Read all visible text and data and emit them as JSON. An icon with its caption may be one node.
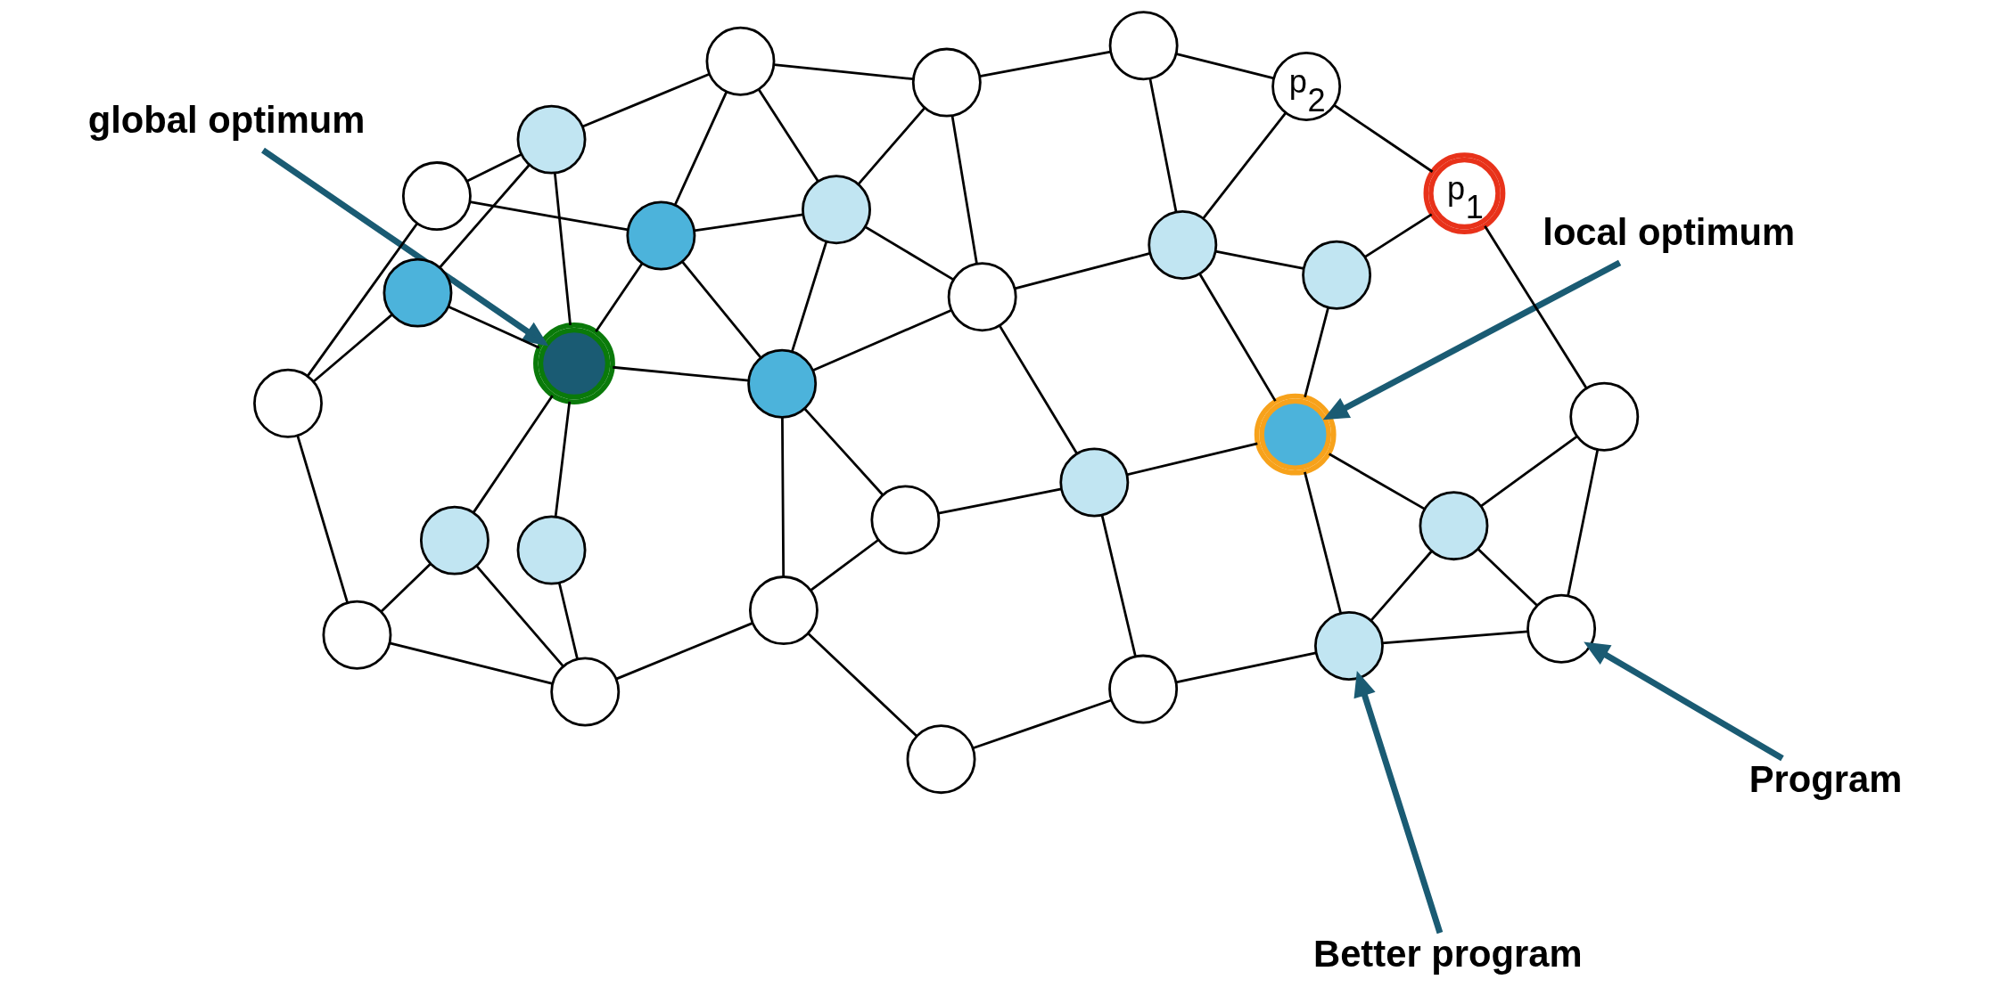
{
  "diagram": {
    "nodes": [
      {
        "text": [
          "global optimum"
        ]
      },
      {
        "text": [
          "Better program"
        ]
      },
      {
        "text": [
          "Program"
        ]
      },
      {
        "text": [
          "local optimum"
        ]
      },
      {
        "text": [],
        "shape": "circle"
      },
      {
        "text": [],
        "shape": "circle"
      },
      {
        "text": [],
        "shape": "circle"
      },
      {
        "text": [],
        "shape": "circle"
      },
      {
        "text": [],
        "shape": "circle"
      },
      {
        "text": [],
        "shape": "circle"
      },
      {
        "text": [],
        "shape": "circle"
      },
      {
        "text": [],
        "shape": "circle"
      },
      {
        "text": [],
        "shape": "circle"
      },
      {
        "text": [],
        "shape": "circle"
      },
      {
        "text": [],
        "shape": "circle"
      },
      {
        "text": [],
        "shape": "circle"
      },
      {
        "text": [],
        "shape": "circle"
      },
      {
        "text": [],
        "shape": "circle"
      },
      {
        "text": [],
        "shape": "circle"
      },
      {
        "text": [],
        "shape": "circle"
      },
      {
        "text": [],
        "shape": "circle"
      },
      {
        "text": [],
        "shape": "circle"
      },
      {
        "text": [],
        "shape": "circle"
      },
      {
        "text": [
          "p$_{1}$"
        ]
      },
      {
        "text": [],
        "shape": "circle"
      },
      {
        "text": [],
        "shape": "circle"
      },
      {
        "text": [],
        "shape": "circle"
      },
      {
        "text": [],
        "shape": "circle"
      },
      {
        "text": [],
        "shape": "circle"
      },
      {
        "text": [
          "p$_{2}$"
        ]
      },
      {
        "text": [],
        "shape": "circle"
      },
      {
        "text": [],
        "shape": "circle"
      },
      {
        "text": [],
        "shape": "circle"
      },
      {
        "text": [],
        "shape": "circle"
      }
    ],
    "edges": [
      {
        "from": 4,
        "to": 6,
        "arrow": "none"
      },
      {
        "from": 4,
        "to": 7,
        "arrow": "none"
      },
      {
        "from": 4,
        "to": 5,
        "arrow": "none"
      },
      {
        "from": 5,
        "to": 7,
        "arrow": "none"
      },
      {
        "from": 5,
        "to": 8,
        "arrow": "none"
      },
      {
        "from": 5,
        "to": 9,
        "arrow": "none"
      },
      {
        "from": 6,
        "to": 7,
        "arrow": "none"
      },
      {
        "from": 6,
        "to": 23,
        "arrow": "none"
      },
      {
        "from": 7,
        "to": 8,
        "arrow": "none"
      },
      {
        "from": 8,
        "to": 10,
        "arrow": "none"
      },
      {
        "from": 8,
        "to": 22,
        "arrow": "none"
      },
      {
        "from": 8,
        "to": 24,
        "arrow": "none"
      },
      {
        "from": 9,
        "to": 10,
        "arrow": "none"
      },
      {
        "from": 9,
        "to": 11,
        "arrow": "none"
      },
      {
        "from": 10,
        "to": 14,
        "arrow": "none"
      },
      {
        "from": 10,
        "to": 25,
        "arrow": "none"
      },
      {
        "from": 22,
        "to": 23,
        "arrow": "none"
      },
      {
        "from": 22,
        "to": 24,
        "arrow": "none"
      },
      {
        "from": 24,
        "to": 25,
        "arrow": "none"
      },
      {
        "from": 24,
        "to": 29,
        "arrow": "none"
      },
      {
        "from": 24,
        "to": 30,
        "arrow": "none"
      },
      {
        "from": 23,
        "to": 29,
        "arrow": "none"
      },
      {
        "from": 29,
        "to": 30,
        "arrow": "none"
      },
      {
        "from": 11,
        "to": 12,
        "arrow": "none"
      },
      {
        "from": 12,
        "to": 13,
        "arrow": "none"
      },
      {
        "from": 12,
        "to": 14,
        "arrow": "none"
      },
      {
        "from": 12,
        "to": 18,
        "arrow": "none"
      },
      {
        "from": 13,
        "to": 15,
        "arrow": "none"
      },
      {
        "from": 13,
        "to": 16,
        "arrow": "none"
      },
      {
        "from": 13,
        "to": 17,
        "arrow": "none"
      },
      {
        "from": 17,
        "to": 16,
        "arrow": "none"
      },
      {
        "from": 17,
        "to": 21,
        "arrow": "none"
      },
      {
        "from": 15,
        "to": 19,
        "arrow": "none"
      },
      {
        "from": 16,
        "to": 19,
        "arrow": "none"
      },
      {
        "from": 14,
        "to": 18,
        "arrow": "none"
      },
      {
        "from": 18,
        "to": 19,
        "arrow": "none"
      },
      {
        "from": 18,
        "to": 25,
        "arrow": "none"
      },
      {
        "from": 18,
        "to": 26,
        "arrow": "none"
      },
      {
        "from": 18,
        "to": 27,
        "arrow": "none"
      },
      {
        "from": 19,
        "to": 20,
        "arrow": "none"
      },
      {
        "from": 19,
        "to": 27,
        "arrow": "none"
      },
      {
        "from": 19,
        "to": 28,
        "arrow": "none"
      },
      {
        "from": 20,
        "to": 21,
        "arrow": "none"
      },
      {
        "from": 20,
        "to": 28,
        "arrow": "none"
      },
      {
        "from": 25,
        "to": 26,
        "arrow": "none"
      },
      {
        "from": 25,
        "to": 31,
        "arrow": "none"
      },
      {
        "from": 26,
        "to": 27,
        "arrow": "none"
      },
      {
        "from": 26,
        "to": 31,
        "arrow": "none"
      },
      {
        "from": 26,
        "to": 32,
        "arrow": "none"
      },
      {
        "from": 27,
        "to": 32,
        "arrow": "none"
      },
      {
        "from": 27,
        "to": 33,
        "arrow": "none"
      },
      {
        "from": 28,
        "to": 32,
        "arrow": "none"
      },
      {
        "from": 28,
        "to": 33,
        "arrow": "none"
      },
      {
        "from": 21,
        "to": 33,
        "arrow": "none"
      },
      {
        "from": 30,
        "to": 31,
        "arrow": "none"
      },
      {
        "from": 31,
        "to": 32,
        "arrow": "none"
      },
      {
        "from": 2,
        "to": 4,
        "arrow": "to",
        "style": "thick",
        "color": "#1a5b73"
      },
      {
        "from": 1,
        "to": 5,
        "arrow": "to",
        "style": "thick",
        "color": "#1a5b73"
      },
      {
        "from": 3,
        "to": 8,
        "arrow": "to",
        "style": "thick",
        "color": "#1a5b73"
      },
      {
        "from": 0,
        "to": 19,
        "arrow": "to",
        "style": "thick",
        "color": "#1a5b73"
      }
    ]
  }
}
